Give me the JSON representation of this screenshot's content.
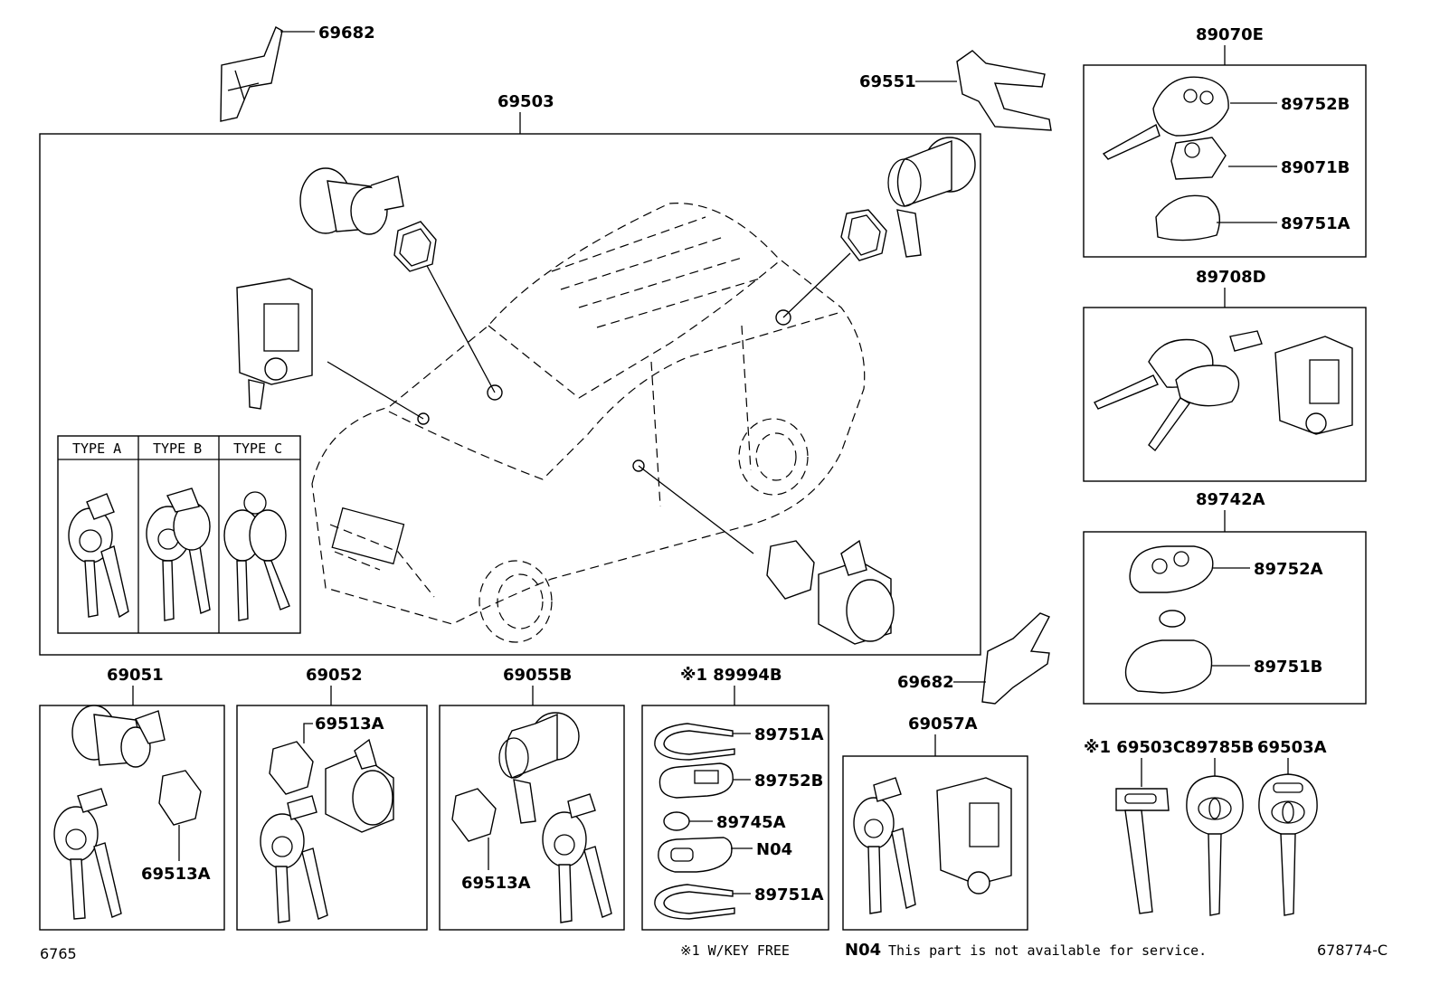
{
  "labels": {
    "p69682_top": "69682",
    "p69503": "69503",
    "p69551": "69551",
    "p89070E": "89070E",
    "p89752B_top": "89752B",
    "p89071B": "89071B",
    "p89751A_top": "89751A",
    "p89708D": "89708D",
    "p89742A": "89742A",
    "p89752A": "89752A",
    "p89751B": "89751B",
    "p69682_mid": "69682",
    "p69051": "69051",
    "p69513A_a": "69513A",
    "p69052": "69052",
    "p69513A_b": "69513A",
    "p69055B": "69055B",
    "p69513A_c": "69513A",
    "p89994B": "※1 89994B",
    "p89751A_b1": "89751A",
    "p89752B_b": "89752B",
    "p89745A": "89745A",
    "pN04": "N04",
    "p89751A_b2": "89751A",
    "p69057A": "69057A",
    "p69503C": "※1 69503C",
    "p89785B": "89785B",
    "p69503A": "69503A"
  },
  "types": {
    "a": "TYPE A",
    "b": "TYPE B",
    "c": "TYPE C"
  },
  "footer": {
    "left_code": "6765",
    "note1": "※1 W/KEY FREE",
    "n04_code": "N04",
    "n04_text": "This part is not available for service.",
    "right_code": "678774-C"
  }
}
